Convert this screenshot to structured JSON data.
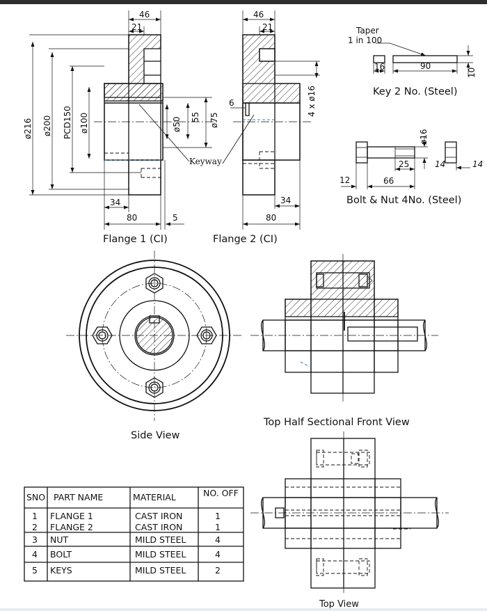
{
  "views": {
    "flange1_title": "Flange 1 (CI)",
    "flange2_title": "Flange 2 (CI)",
    "key_title": "Key 2 No. (Steel)",
    "bolt_title": "Bolt & Nut 4No. (Steel)",
    "side_view": "Side View",
    "front_view": "Top Half Sectional Front View",
    "top_view": "Top View",
    "keyway_label": "Keyway"
  },
  "dimensions": {
    "f1_46": "46",
    "f1_21": "21",
    "f1_d216": "ø216",
    "f1_d200": "ø200",
    "f1_pcd": "PCD150",
    "f1_d100": "ø100",
    "f1_d50": "ø50",
    "f1_55": "55",
    "f1_d75": "ø75",
    "f1_34": "34",
    "f1_80": "80",
    "f1_5": "5",
    "f2_46": "46",
    "f2_21": "21",
    "f2_6": "6",
    "f2_holes": "4 x ø16",
    "f2_34": "34",
    "f2_80": "80",
    "key_taper": "Taper",
    "key_taper2": "1 in 100",
    "key_16": "16",
    "key_90": "90",
    "key_10": "10",
    "bolt_d16": "ø16",
    "bolt_25": "25",
    "bolt_12": "12",
    "bolt_66": "66",
    "bolt_14a": "14",
    "bolt_14b": "14"
  },
  "parts_table": {
    "headers": [
      "SNO",
      "PART NAME",
      "MATERIAL",
      "NO. OFF"
    ],
    "rows": [
      [
        "1",
        "FLANGE 1",
        "CAST IRON",
        "1"
      ],
      [
        "2",
        "FLANGE 2",
        "CAST IRON",
        "1"
      ],
      [
        "3",
        "NUT",
        "MILD STEEL",
        "4"
      ],
      [
        "4",
        "BOLT",
        "MILD STEEL",
        "4"
      ],
      [
        "5",
        "KEYS",
        "MILD STEEL",
        "2"
      ]
    ]
  }
}
